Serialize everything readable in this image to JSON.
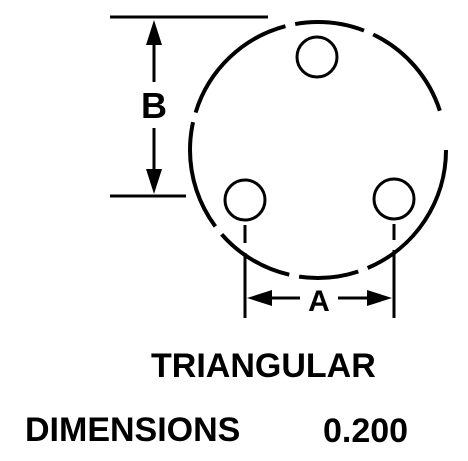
{
  "diagram": {
    "dimension_b_label": "B",
    "dimension_a_label": "A",
    "arrangement_label": "TRIANGULAR",
    "dimensions_label": "DIMENSIONS",
    "dimensions_value": "0.200",
    "line_color": "#000000",
    "background_color": "#ffffff"
  }
}
